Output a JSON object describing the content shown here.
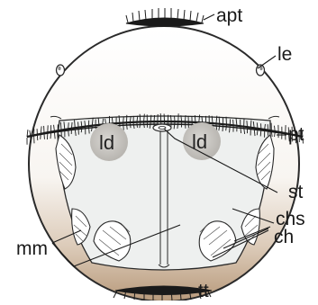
{
  "labels": {
    "apt": "apt",
    "le": "le",
    "pt": "pt",
    "st": "st",
    "chs": "chs",
    "ch": "ch",
    "mm": "mm",
    "tt": "tt",
    "ld_left": "ld",
    "ld_right": "ld"
  },
  "colors": {
    "outline": "#2a2a2a",
    "body_top": "#ffffff",
    "body_bottom": "#b89a7c",
    "plate_fill": "#eef0ef",
    "ld_fill": "#c8c6c2",
    "label_text": "#1a1a1a"
  }
}
